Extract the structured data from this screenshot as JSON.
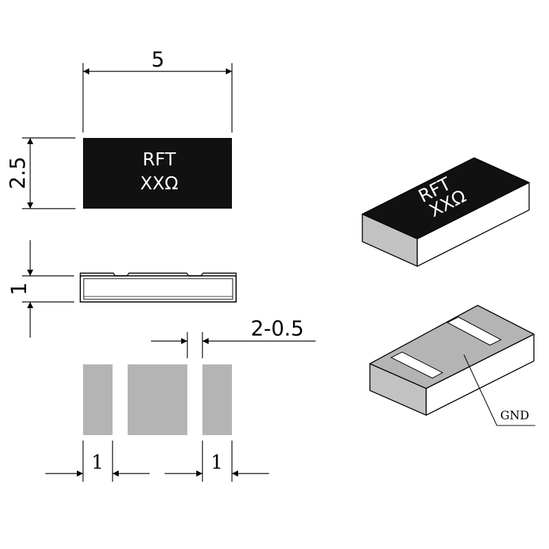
{
  "dimensions": {
    "top_width": "5",
    "top_height": "2.5",
    "side_thickness": "1",
    "gap_spec": "2-0.5",
    "left_terminal": "1",
    "right_terminal": "1"
  },
  "marking": {
    "line1": "RFT",
    "line2": "XXΩ"
  },
  "callout": {
    "gnd": "GND"
  },
  "colors": {
    "body_black": "#111111",
    "terminal_gray": "#b4b4b4",
    "side_gray": "#c2c2c2",
    "white": "#ffffff"
  }
}
